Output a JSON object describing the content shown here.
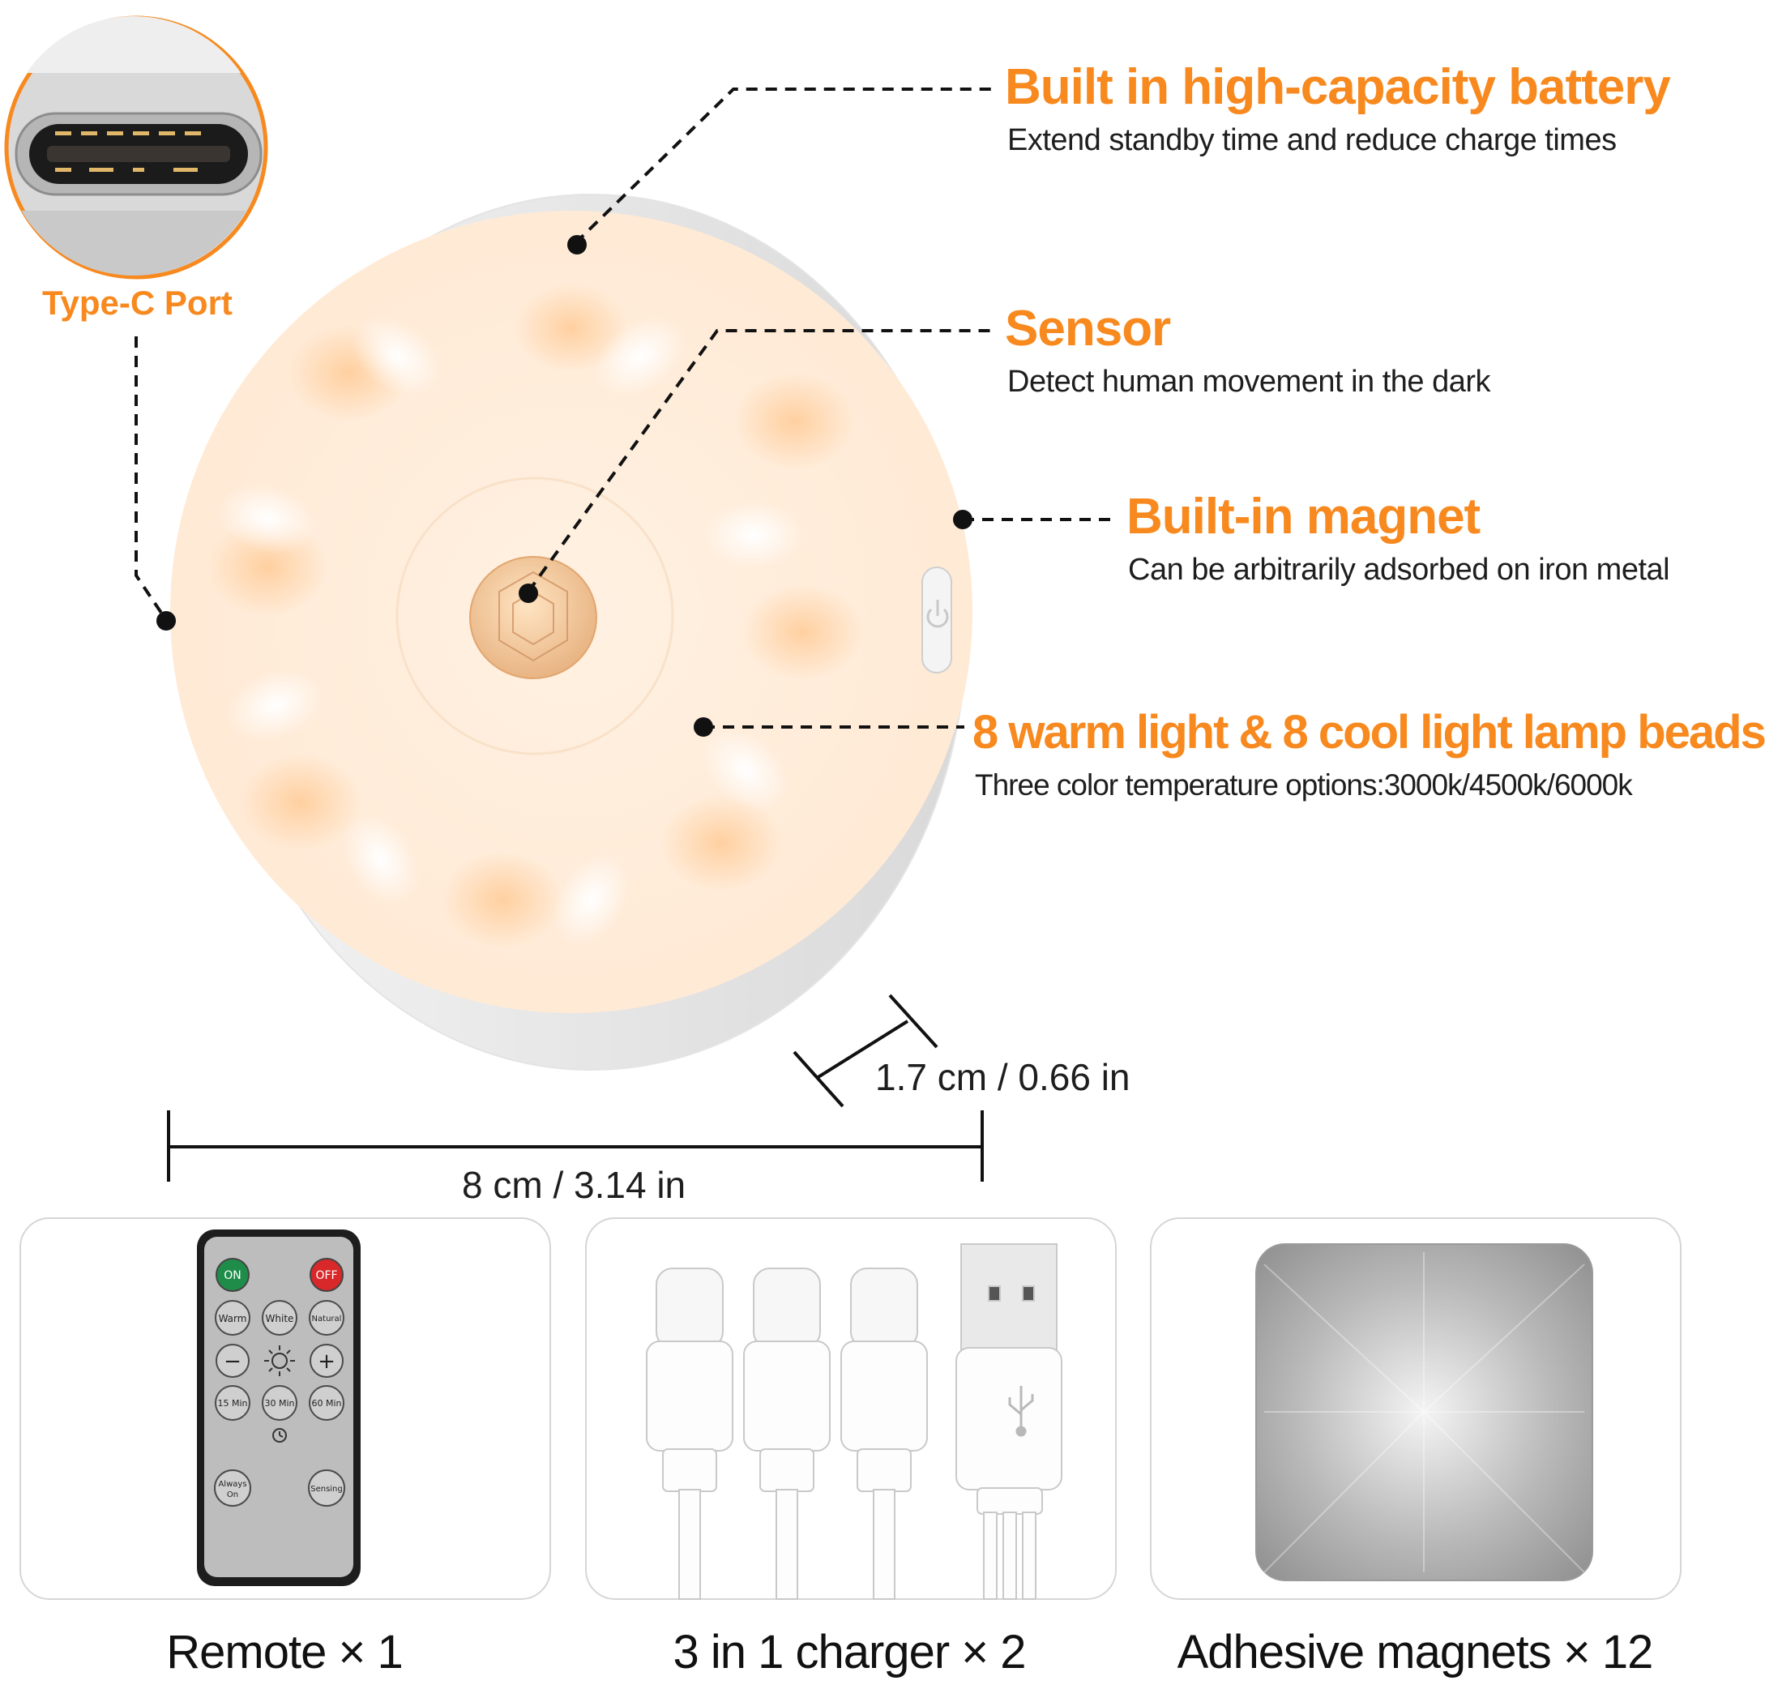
{
  "type_c_label": "Type-C  Port",
  "features": [
    {
      "title": "Built in high-capacity battery",
      "desc": "Extend standby time and reduce charge times"
    },
    {
      "title": "Sensor",
      "desc": "Detect human movement in the dark"
    },
    {
      "title": "Built-in magnet",
      "desc": "Can be arbitrarily adsorbed on iron metal"
    },
    {
      "title": "8 warm light & 8 cool light lamp beads",
      "desc": "Three color temperature options:3000k/4500k/6000k"
    }
  ],
  "dimensions": {
    "thickness": "1.7 cm / 0.66 in",
    "diameter": "8 cm / 3.14 in"
  },
  "remote": {
    "on": "ON",
    "off": "OFF",
    "warm": "Warm",
    "white": "White",
    "natural": "Natural",
    "minus": "−",
    "plus": "+",
    "t15": "15 Min",
    "t30": "30 Min",
    "t60": "60 Min",
    "always_on_1": "Always",
    "always_on_2": "On",
    "sensing": "Sensing"
  },
  "captions": {
    "remote": "Remote × 1",
    "charger": "3 in 1 charger × 2",
    "magnets": "Adhesive magnets × 12"
  },
  "colors": {
    "accent": "#f7891f",
    "text": "#1e1e1e",
    "panel_border": "#d6d6d6"
  }
}
